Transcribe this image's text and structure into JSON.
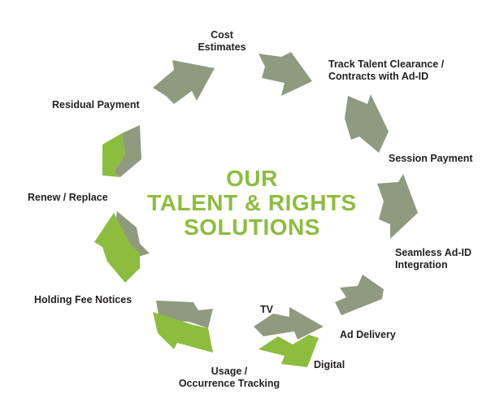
{
  "title": {
    "line1": "OUR",
    "line2": "TALENT & RIGHTS",
    "line3": "SOLUTIONS"
  },
  "steps": {
    "cost_estimates": {
      "line1": "Cost",
      "line2": "Estimates"
    },
    "track_talent": {
      "line1": "Track Talent Clearance /",
      "line2": "Contracts with Ad-ID"
    },
    "session_payment": "Session Payment",
    "seamless_adid": {
      "line1": "Seamless Ad-ID",
      "line2": "Integration"
    },
    "tv": "TV",
    "ad_delivery": "Ad Delivery",
    "digital": "Digital",
    "usage_tracking": {
      "line1": "Usage /",
      "line2": "Occurrence Tracking"
    },
    "holding_fee": "Holding Fee Notices",
    "renew_replace": "Renew / Replace",
    "residual_payment": "Residual Payment"
  },
  "colors": {
    "gray_arrow": "#8f9a7f",
    "gray_arrow_dark": "#7f8a70",
    "green_arrow": "#8cbd3f",
    "title_green": "#8cbd3f",
    "label_text": "#231f20"
  }
}
